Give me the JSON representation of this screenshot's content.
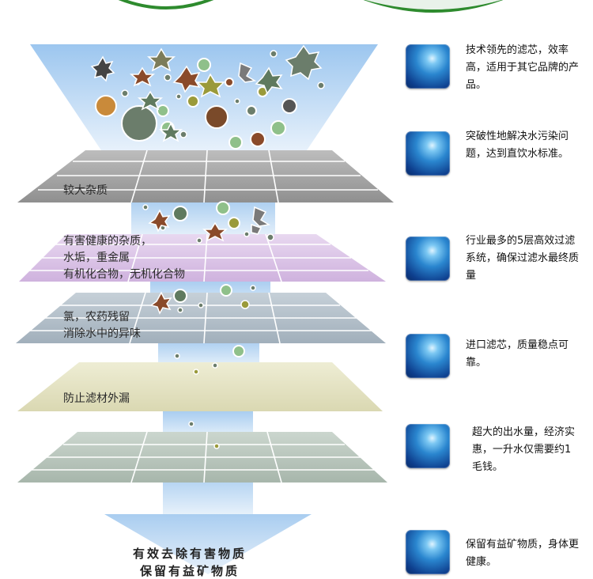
{
  "filter_layers": [
    {
      "label_lines": [
        "较大杂质"
      ]
    },
    {
      "label_lines": [
        "有害健康的杂质，",
        "水垢，重金属",
        "有机化合物，无机化合物"
      ]
    },
    {
      "label_lines": [
        "氯，农药残留",
        "消除水中的异味"
      ]
    },
    {
      "label_lines": [
        "防止滤材外漏"
      ]
    }
  ],
  "bottom_caption": [
    "有效去除有害物质",
    "保留有益矿物质"
  ],
  "features": [
    {
      "text": "技术领先的滤芯，效率高，适用于其它品牌的产品。"
    },
    {
      "text": "突破性地解决水污染问题，达到直饮水标准。"
    },
    {
      "text": "行业最多的5层高效过滤系统，确保过滤水最终质量"
    },
    {
      "text": "进口滤芯，质量稳点可靠。"
    },
    {
      "text": "超大的出水量，经济实惠，一升水仅需要约1毛钱。"
    },
    {
      "text": "保留有益矿物质，身体更健康。"
    }
  ],
  "colors": {
    "funnel": "#a9cdf0",
    "green_ring": "#2e8b2e",
    "layer_gray": "#a7a7a7",
    "layer_purple": "#d9c2e6",
    "layer_bluegray": "#b3bfca",
    "layer_beige": "#e4e3c4",
    "layer_sage": "#b9c6bd",
    "feature_icon": "#1a5fb4"
  }
}
